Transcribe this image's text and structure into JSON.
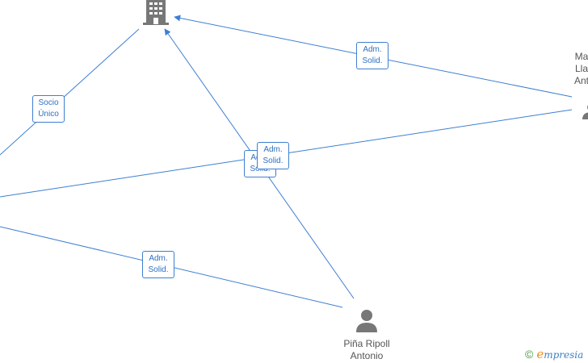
{
  "nodes": {
    "company": {
      "icon": "building-icon"
    },
    "person_right": {
      "icon": "person-icon",
      "name_lines": [
        "Ma",
        "Lla",
        "Ant"
      ]
    },
    "person_bottom": {
      "icon": "person-icon",
      "name_lines": [
        "Piña Ripoll",
        "Antonio"
      ]
    }
  },
  "edge_labels": {
    "socio": [
      "Socio",
      "Único"
    ],
    "right_company": [
      "Adm.",
      "Solid."
    ],
    "mid_back": [
      "Adm.",
      "Solid."
    ],
    "mid_front": [
      "Adm.",
      "Solid."
    ],
    "left_bottom": [
      "Adm.",
      "Solid."
    ]
  },
  "brand": {
    "copyright": "©",
    "e": "e",
    "rest": "mpresia"
  },
  "colors": {
    "edge": "#3d7fd1",
    "label_text": "#2f6fc2",
    "node_icon": "#777777",
    "node_text": "#555555"
  }
}
